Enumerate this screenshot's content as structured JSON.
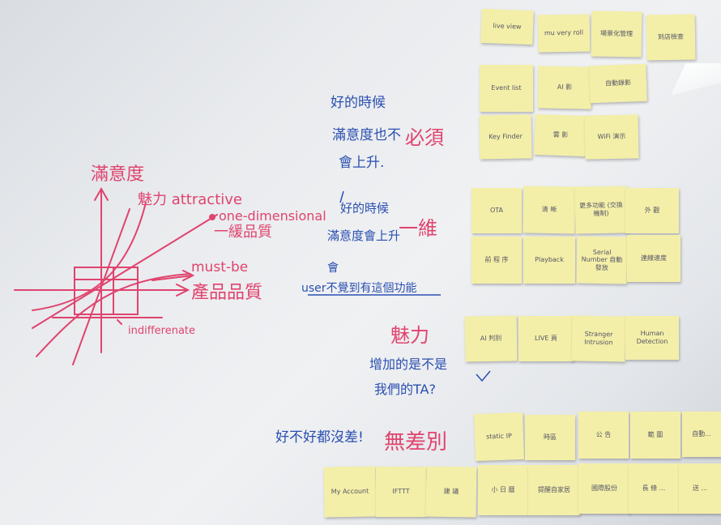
{
  "whiteboard": {
    "kano_model": {
      "y_axis_label": "滿意度",
      "attractive": "魅力 attractive",
      "one_dimensional": "one-dimensional",
      "one_dimensional_cn": "一緩品質",
      "must_be": "must-be",
      "product_quality": "產品品質",
      "indifferent": "indifferenate"
    },
    "notes_blue": {
      "must_line1": "好的時候",
      "must_line2": "滿意度也不",
      "must_line3": "會上升.",
      "must_tag": "必須",
      "one_line1": "好的時候",
      "one_line2": "滿意度會上升",
      "one_tag": "一維",
      "user_line": "user不覺到有這個功能",
      "user_mark": "會",
      "attr_title": "魅力",
      "attr_line1": "增加的是不是",
      "attr_line2": "我們的TA?",
      "indiff_line": "好不好都沒差!",
      "indiff_tag": "無差別"
    }
  },
  "sticky_notes": {
    "group_must": [
      "live view",
      "mu very roll",
      "場景化管理",
      "到店檢查",
      "Event list",
      "AI 影",
      "自動錄影",
      "Key Finder",
      "雲 影",
      "WiFi 演示"
    ],
    "group_one": [
      "OTA",
      "清 晰",
      "更多功能 (交換機制)",
      "外 觀",
      "前 程 序",
      "Playback",
      "Serial Number 自動發放",
      "連線速度"
    ],
    "group_attr": [
      "AI 判別",
      "LIVE 頁",
      "Stranger Intrusion",
      "Human Detection"
    ],
    "group_indiff": [
      "static IP",
      "時區",
      "公 告",
      "範 圍",
      "自動..."
    ],
    "group_bottom": [
      "My Account",
      "IFTTT",
      "建 議",
      "小 日 曆",
      "提醒自家居",
      "國際股份",
      "長 條 ...",
      "送 ..."
    ]
  }
}
